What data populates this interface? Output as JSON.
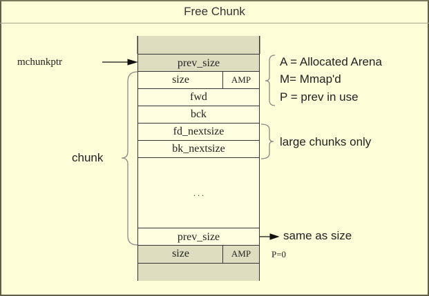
{
  "title": "Free Chunk",
  "pointer_label": "mchunkptr",
  "chunk_label": "chunk",
  "fields": {
    "prev_size": "prev_size",
    "size": "size",
    "amp": "AMP",
    "fwd": "fwd",
    "bck": "bck",
    "fd_nextsize": "fd_nextsize",
    "bk_nextsize": "bk_nextsize",
    "ellipsis": ". . .",
    "next_prev_size": "prev_size",
    "next_size": "size",
    "next_amp": "AMP"
  },
  "annotations": {
    "flag_a": "A = Allocated Arena",
    "flag_m": "M= Mmap'd",
    "flag_p": "P = prev in use",
    "large": "large chunks only",
    "same": "same as size",
    "p0": "P=0"
  }
}
